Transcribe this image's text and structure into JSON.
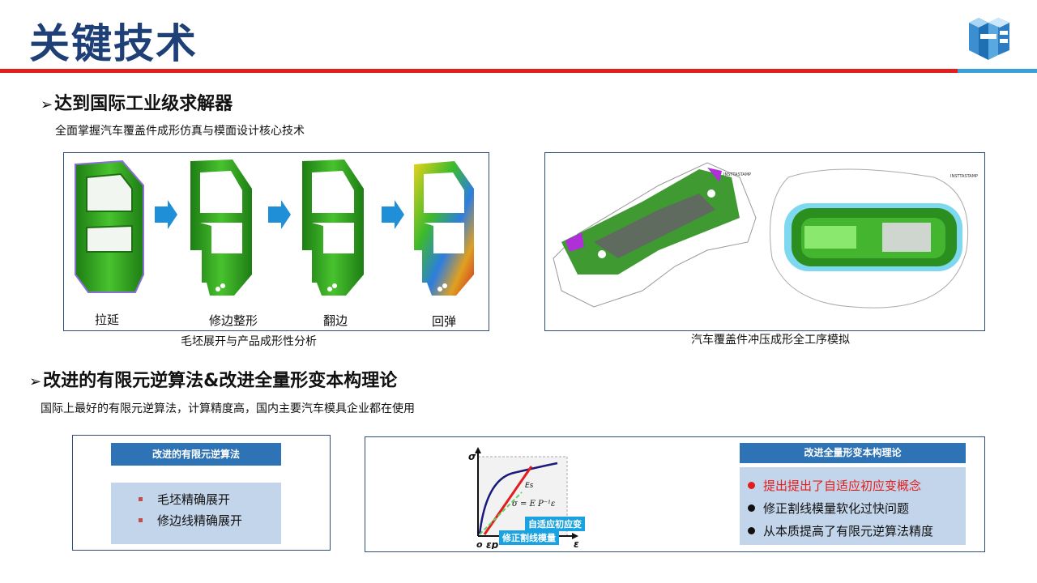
{
  "header": {
    "title": "关键技术"
  },
  "section1": {
    "heading": "达到国际工业级求解器",
    "subtitle": "全面掌握汽车覆盖件成形仿真与模面设计核心技术",
    "left_panel": {
      "stages": [
        "拉延",
        "修边整形",
        "翻边",
        "回弹"
      ],
      "caption": "毛坯展开与产品成形性分析"
    },
    "right_panel": {
      "caption": "汽车覆盖件冲压成形全工序模拟",
      "stamp_a": "INSTTASTAMP",
      "stamp_b": "INSTTASTAMP"
    }
  },
  "section2": {
    "heading": "改进的有限元逆算法&改进全量形变本构理论",
    "subtitle": "国际上最好的有限元逆算法，计算精度高，国内主要汽车模具企业都在使用",
    "left_box": {
      "title": "改进的有限元逆算法",
      "items": [
        "毛坯精确展开",
        "修边线精确展开"
      ]
    },
    "right_box": {
      "title": "改进全量形变本构理论",
      "items": [
        {
          "text": "提出提出了自适应初应变概念",
          "highlight": true
        },
        {
          "text": "修正割线模量软化过快问题",
          "highlight": false
        },
        {
          "text": "从本质提高了有限元逆算法精度",
          "highlight": false
        }
      ]
    },
    "graph": {
      "y_axis": "σ",
      "x_axis": "ε",
      "origin": "o",
      "eps_p": "εp",
      "es_label": "Es",
      "formula": "σ = E P⁻¹ε",
      "tag_adaptive": "自适应初应变",
      "tag_secant": "修正割线模量"
    }
  },
  "colors": {
    "title_blue": "#1f3f77",
    "accent_red": "#e21d1d",
    "accent_blue": "#3aa0d9",
    "box_blue": "#2e73b5",
    "box_light": "#c3d5ea"
  }
}
